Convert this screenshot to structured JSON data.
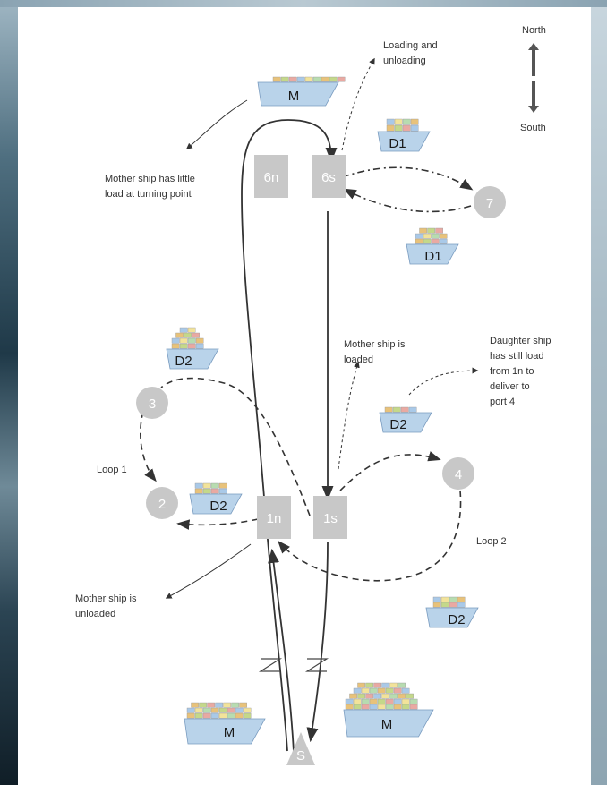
{
  "compass": {
    "north": "North",
    "south": "South"
  },
  "annotations": {
    "loading": [
      "Loading and",
      "unloading"
    ],
    "mother_little": [
      "Mother ship has little",
      "load at turning point"
    ],
    "mother_loaded": [
      "Mother ship is",
      "loaded"
    ],
    "daughter_still": [
      "Daughter ship",
      "has still load",
      "from 1n to",
      "deliver to",
      "port 4"
    ],
    "loop1": "Loop 1",
    "loop2": "Loop 2",
    "mother_unloaded": [
      "Mother ship is",
      "unloaded"
    ]
  },
  "ports": {
    "p6n": "6n",
    "p6s": "6s",
    "p7": "7",
    "p3": "3",
    "p2": "2",
    "p4": "4",
    "p1n": "1n",
    "p1s": "1s",
    "pS": "S"
  },
  "ships": {
    "mother_top": "M",
    "d1_top": "D1",
    "d1_bottom": "D1",
    "d2_left_top": "D2",
    "d2_middle": "D2",
    "d2_left_bottom": "D2",
    "d2_right_bottom": "D2",
    "mother_bottom_left": "M",
    "mother_bottom_right": "M"
  },
  "colors": {
    "hull": "#b9d3ea",
    "hull_stroke": "#7a9cc0",
    "port_node": "#c8c8c8",
    "route": "#333333",
    "container_palette": [
      "#e8c27a",
      "#c4d88a",
      "#e9a9a2",
      "#a9c9e8",
      "#f2e39a",
      "#b7dcb0"
    ]
  }
}
